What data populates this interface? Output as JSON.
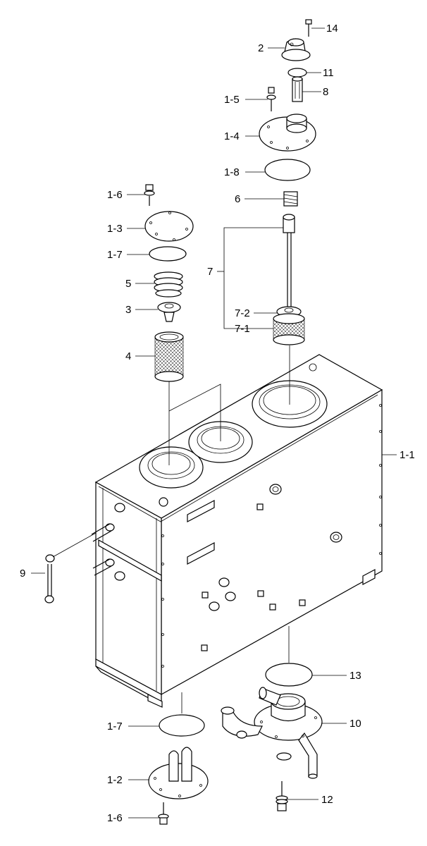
{
  "labels": {
    "p14": "14",
    "p2": "2",
    "p11": "11",
    "p8": "8",
    "p1_5": "1-5",
    "p1_4": "1-4",
    "p1_8": "1-8",
    "p6": "6",
    "p1_6_top": "1-6",
    "p1_3": "1-3",
    "p1_7_top": "1-7",
    "p7": "7",
    "p5": "5",
    "p3": "3",
    "p7_2": "7-2",
    "p7_1": "7-1",
    "p4": "4",
    "p1_1": "1-1",
    "p9": "9",
    "p13": "13",
    "p10": "10",
    "p1_7_bottom": "1-7",
    "p1_2": "1-2",
    "p12": "12",
    "p1_6_bottom": "1-6"
  }
}
